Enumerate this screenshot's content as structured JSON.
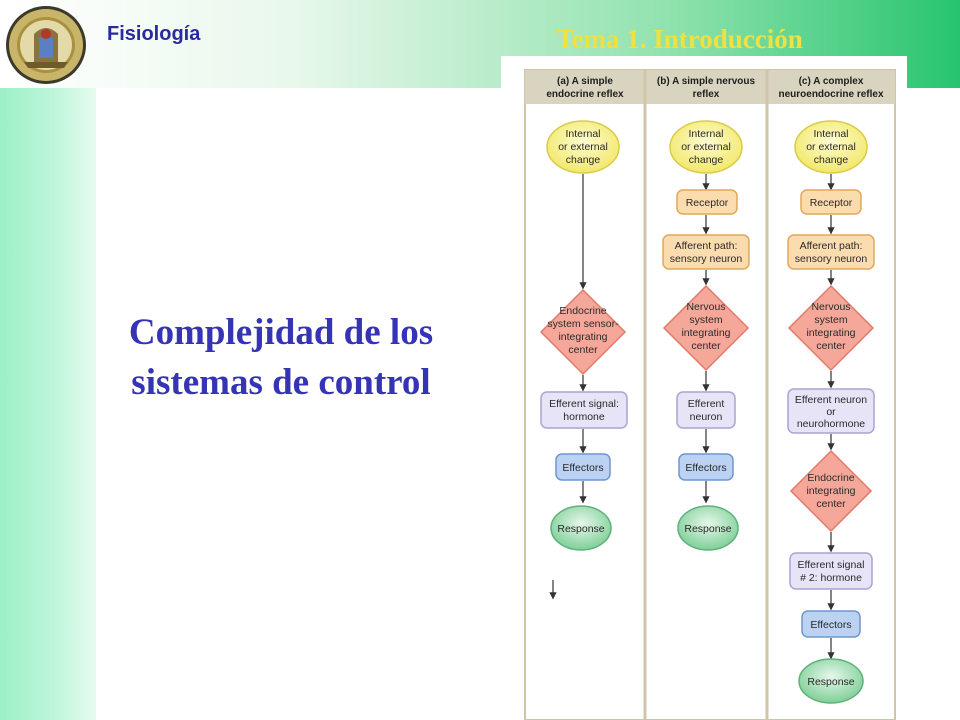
{
  "header": {
    "app_title": "Fisiología",
    "topic": "Tema 1. Introducción"
  },
  "slide": {
    "title_line1": "Complejidad de los",
    "title_line2": "sistemas de control"
  },
  "logo": {
    "icon": "university-seal-icon"
  },
  "diagram": {
    "columns": {
      "a": {
        "title_line1": "(a) A simple",
        "title_line2": "endocrine reflex"
      },
      "b": {
        "title_line1": "(b) A simple nervous",
        "title_line2": "reflex"
      },
      "c": {
        "title_line1": "(c) A complex",
        "title_line2": "neuroendocrine reflex"
      }
    },
    "nodes": {
      "change_line1": "Internal",
      "change_line2": "or external",
      "change_line3": "change",
      "receptor": "Receptor",
      "afferent_line1": "Afferent path:",
      "afferent_line2": "sensory neuron",
      "endocrine_sensor_line1": "Endocrine",
      "endocrine_sensor_line2": "system sensor-",
      "endocrine_sensor_line3": "integrating",
      "endocrine_sensor_line4": "center",
      "nervous_line1": "Nervous",
      "nervous_line2": "system",
      "nervous_line3": "integrating",
      "nervous_line4": "center",
      "efferent_hormone_line1": "Efferent signal:",
      "efferent_hormone_line2": "hormone",
      "efferent_neuron_line1": "Efferent",
      "efferent_neuron_line2": "neuron",
      "efferent_neuro_line1": "Efferent neuron",
      "efferent_neuro_line2": "or",
      "efferent_neuro_line3": "neurohormone",
      "endocrine_int_line1": "Endocrine",
      "endocrine_int_line2": "integrating",
      "endocrine_int_line3": "center",
      "efferent2_line1": "Efferent signal",
      "efferent2_line2": "# 2: hormone",
      "effectors": "Effectors",
      "response": "Response"
    },
    "colors": {
      "stimulus": "#f6f08a",
      "receptor": "#fbdcae",
      "integrating": "#f5a89a",
      "efferent": "#e6e4f6",
      "effector": "#bcd2f2",
      "response": "#8ed7a4",
      "header_bg": "#d9d4bf",
      "column_divider": "#cfc5a8"
    }
  }
}
